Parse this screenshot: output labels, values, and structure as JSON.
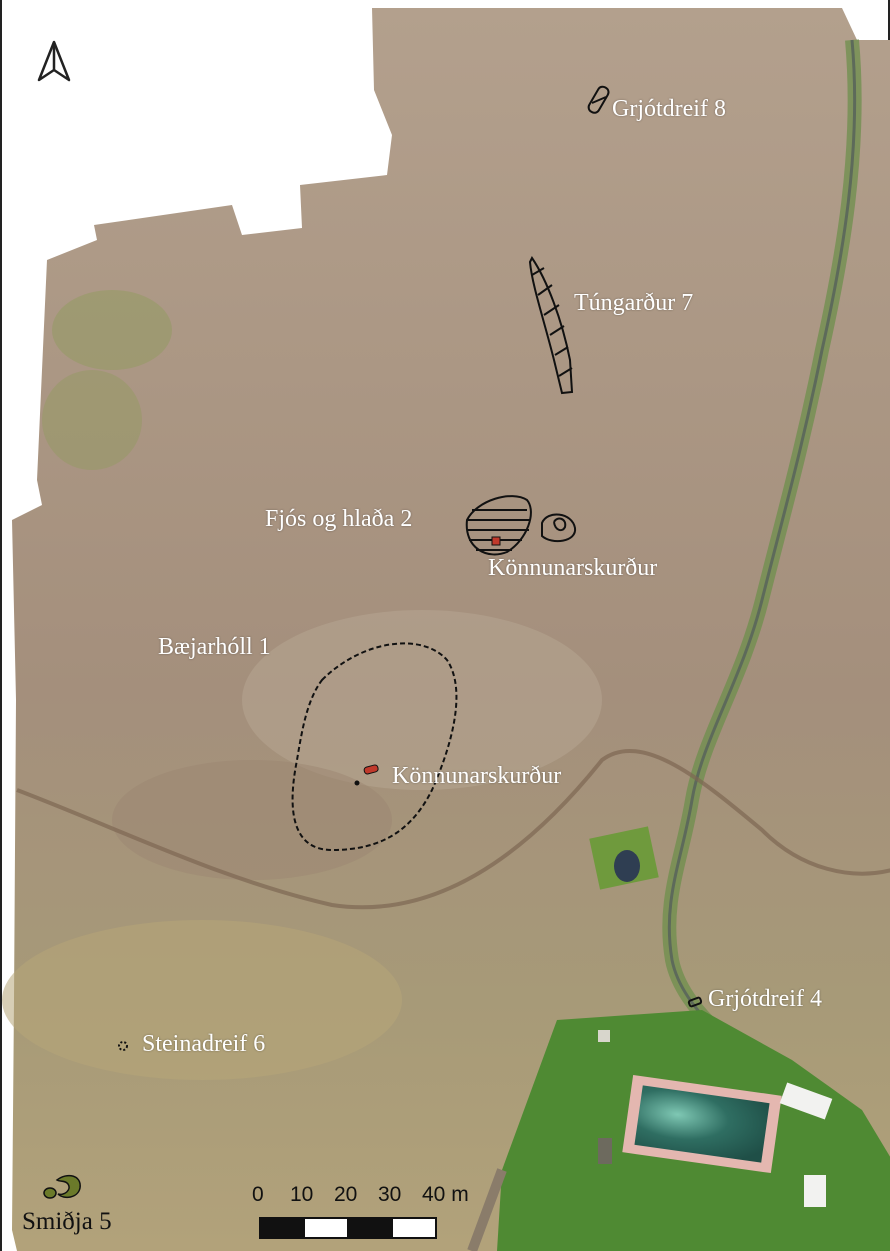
{
  "labels": {
    "grjotdreif8": "Grjótdreif 8",
    "tungardur7": "Túngarður 7",
    "fjos": "Fjós og hlaða 2",
    "konnun1": "Könnunarskurður",
    "baejarholl": "Bæjarhóll 1",
    "konnun2": "Könnunarskurður",
    "grjotdreif4": "Grjótdreif 4",
    "steinadreif6": "Steinadreif 6",
    "smidja": "Smiðja 5"
  },
  "scale": {
    "ticks": [
      "0",
      "10",
      "20",
      "30",
      "40 m"
    ]
  },
  "colors": {
    "ground": "#a8937f",
    "grass": "#5f8f3a",
    "pool": "#2f6e62",
    "outline": "#111111",
    "trench": "#c0392b",
    "legend_icon": "#6b7a2a"
  },
  "icons": {
    "north": "north-arrow-icon"
  }
}
